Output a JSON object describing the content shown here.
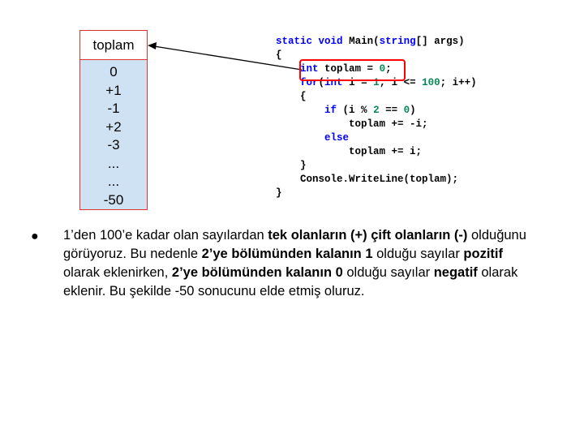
{
  "variable": {
    "name": "toplam",
    "values": [
      "0",
      "+1",
      "-1",
      "+2",
      "-3",
      "...",
      "...",
      "-50"
    ]
  },
  "code": {
    "l1": {
      "kw1": "static",
      "kw2": "void",
      "t1": "Main(",
      "kw3": "string",
      "t2": "[] args)"
    },
    "l2": "{",
    "l3": {
      "kw": "int",
      "t": "toplam = ",
      "num": "0",
      "end": ";"
    },
    "l4": {
      "kw1": "for",
      "p1": "(",
      "kw2": "int",
      "t1": "i = ",
      "n1": "1",
      "t2": "; i <= ",
      "n2": "100",
      "t3": "; i++)"
    },
    "l5": "{",
    "l6": {
      "kw": "if",
      "t1": "(i % ",
      "n1": "2",
      "t2": " == ",
      "n2": "0",
      "t3": ")"
    },
    "l7": "toplam += -i;",
    "l8": "else",
    "l9": "toplam += i;",
    "l10": "}",
    "l11": "Console.WriteLine(toplam);",
    "l12": "}"
  },
  "text": {
    "bullet": "●",
    "s1": "1’den 100’e kadar olan sayılardan ",
    "b1": "tek olanların (+) çift olanların (-)",
    "s2": " olduğunu görüyoruz. Bu nedenle ",
    "b2": "2’ye bölümünden kalanın 1",
    "s3": " olduğu sayılar ",
    "b3": "pozitif",
    "s4": " olarak eklenirken, ",
    "b4": "2’ye bölümünden kalanın 0",
    "s5": " olduğu sayılar ",
    "b5": "negatif",
    "s6": " olarak eklenir. Bu şekilde -50 sonucunu elde etmiş oluruz."
  },
  "colors": {
    "box_border": "#d9362f",
    "box_fill": "#cfe2f3",
    "keyword": "#0000ff",
    "number": "#098658",
    "highlight": "#ff0000"
  }
}
